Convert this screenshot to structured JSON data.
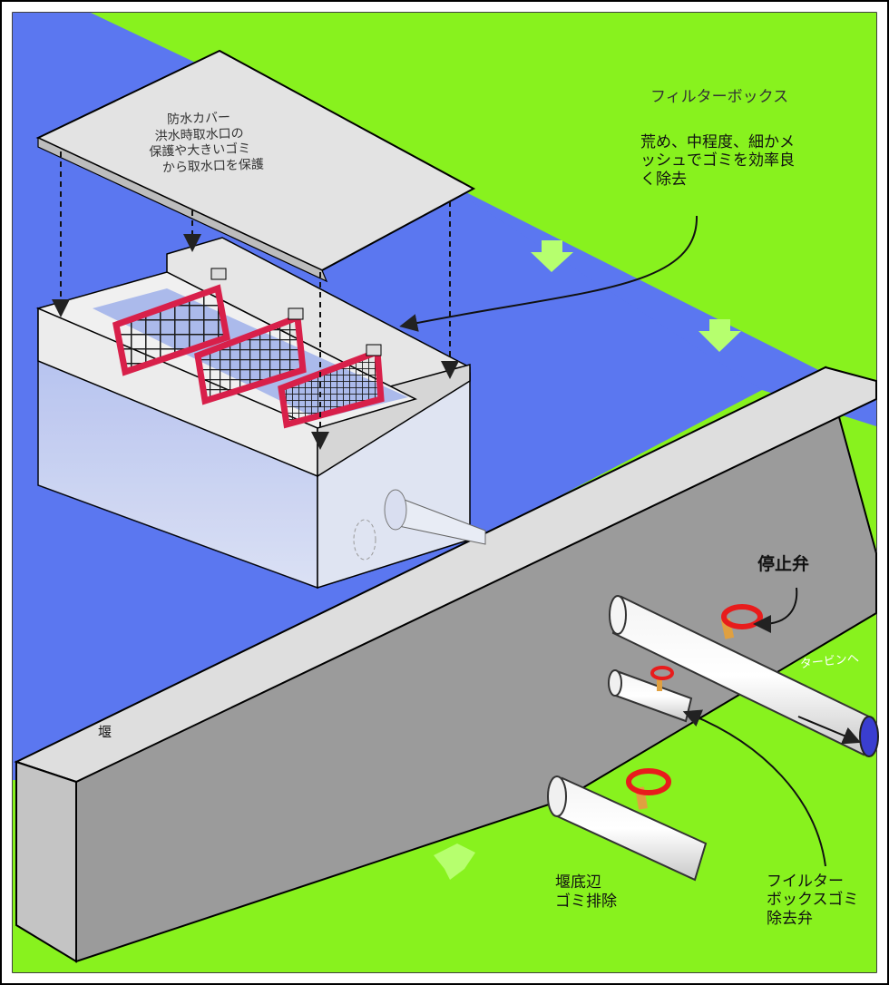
{
  "labels": {
    "cover": [
      "防水カバー",
      "洪水時取水口の",
      "保護や大きいゴミ",
      "から取水口を保護"
    ],
    "filter_box_title": "フィルターボックス",
    "filter_box_desc": [
      "荒め、中程度、細かメ",
      "ッシュでゴミを効率良",
      "く除去"
    ],
    "stop_valve": "停止弁",
    "to_turbine": "タービンへ",
    "dam": "堰",
    "bottom_trash": [
      "堰底辺",
      "ゴミ排除"
    ],
    "filter_box_valve": [
      "フイルター",
      "ボックスゴミ",
      "除去弁"
    ]
  },
  "colors": {
    "water": "#5b77f0",
    "grass": "#88f21e",
    "concrete": "#c9c9c9",
    "dam_top": "#dedede",
    "screen_frame": "#d8204a",
    "valve": "#e81c1c",
    "flow_arrow": "#b6ff6e"
  }
}
